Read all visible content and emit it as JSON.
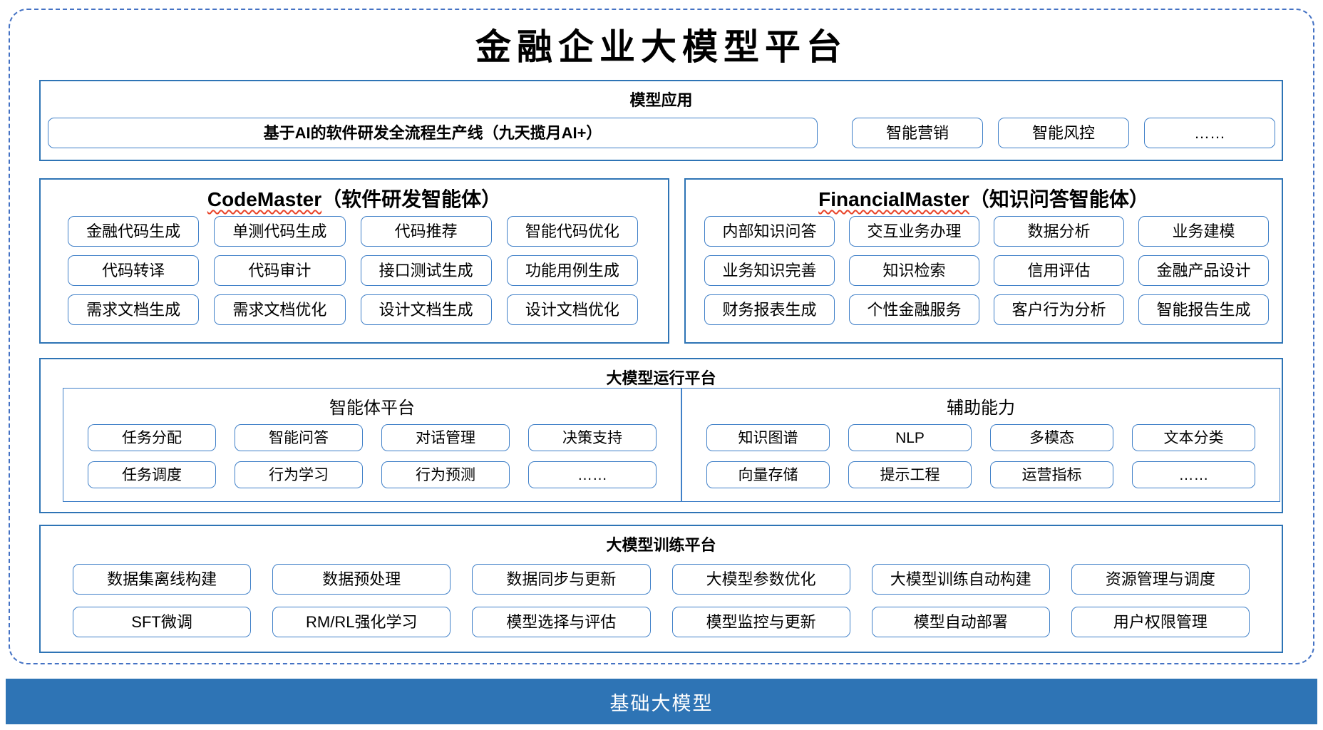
{
  "title": "金融企业大模型平台",
  "colors": {
    "section_border": "#2e74b5",
    "box_border": "#4080c8",
    "dashed_border": "#4472c4",
    "footer_background": "#2e74b5",
    "squiggle_red": "#e8442a"
  },
  "sections": {
    "model_application": {
      "header": "模型应用",
      "primary_box": "基于AI的软件研发全流程生产线（九天揽月AI+）",
      "boxes": [
        "智能营销",
        "智能风控",
        "……"
      ]
    },
    "code_master": {
      "name": "CodeMaster",
      "suffix": "（软件研发智能体）",
      "boxes": [
        "金融代码生成",
        "单测代码生成",
        "代码推荐",
        "智能代码优化",
        "代码转译",
        "代码审计",
        "接口测试生成",
        "功能用例生成",
        "需求文档生成",
        "需求文档优化",
        "设计文档生成",
        "设计文档优化"
      ]
    },
    "financial_master": {
      "name": "FinancialMaster",
      "suffix": "（知识问答智能体）",
      "boxes": [
        "内部知识问答",
        "交互业务办理",
        "数据分析",
        "业务建模",
        "业务知识完善",
        "知识检索",
        "信用评估",
        "金融产品设计",
        "财务报表生成",
        "个性金融服务",
        "客户行为分析",
        "智能报告生成"
      ]
    },
    "runtime_platform": {
      "header": "大模型运行平台",
      "agent_platform": {
        "header": "智能体平台",
        "boxes": [
          "任务分配",
          "智能问答",
          "对话管理",
          "决策支持",
          "任务调度",
          "行为学习",
          "行为预测",
          "……"
        ]
      },
      "auxiliary": {
        "header": "辅助能力",
        "boxes": [
          "知识图谱",
          "NLP",
          "多模态",
          "文本分类",
          "向量存储",
          "提示工程",
          "运营指标",
          "……"
        ]
      }
    },
    "training_platform": {
      "header": "大模型训练平台",
      "boxes": [
        "数据集离线构建",
        "数据预处理",
        "数据同步与更新",
        "大模型参数优化",
        "大模型训练自动构建",
        "资源管理与调度",
        "SFT微调",
        "RM/RL强化学习",
        "模型选择与评估",
        "模型监控与更新",
        "模型自动部署",
        "用户权限管理"
      ]
    },
    "foundation": {
      "label": "基础大模型"
    }
  }
}
